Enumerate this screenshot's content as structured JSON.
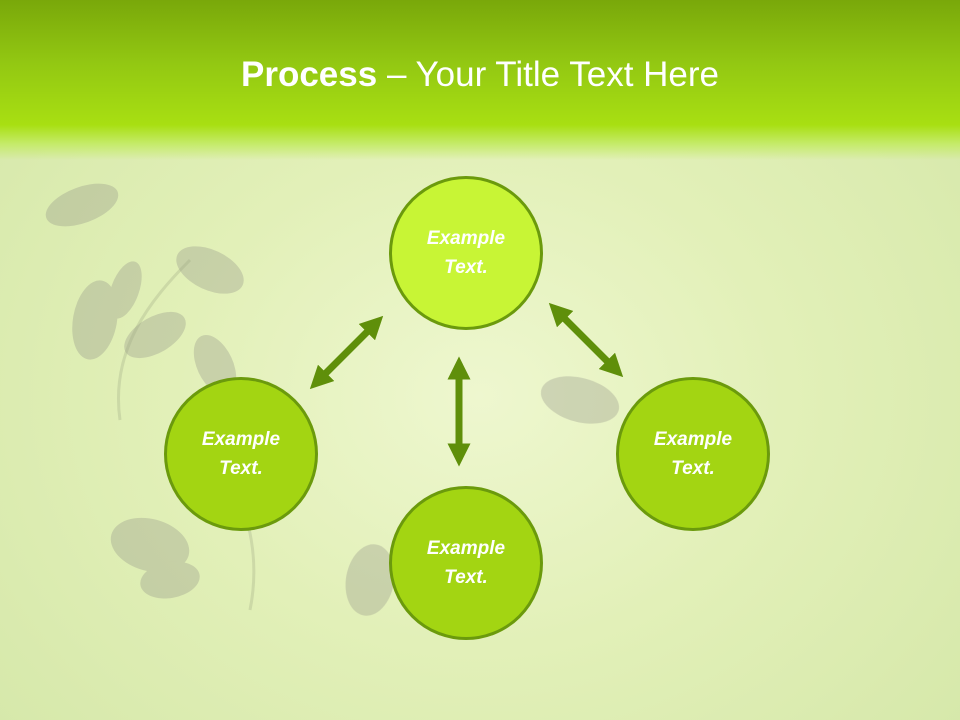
{
  "title": {
    "emphasis": "Process",
    "rest": " – Your Title Text Here"
  },
  "nodes": [
    "Example Text.",
    "Example Text.",
    "Example Text.",
    "Example Text."
  ],
  "colors": {
    "header_top": "#79a80a",
    "header_bottom": "#a8df12",
    "node_top_fill": "#c8f535",
    "node_fill": "#a3d512",
    "node_border": "#6b9a0c",
    "arrow": "#5f8f0a",
    "text": "#ffffff"
  }
}
